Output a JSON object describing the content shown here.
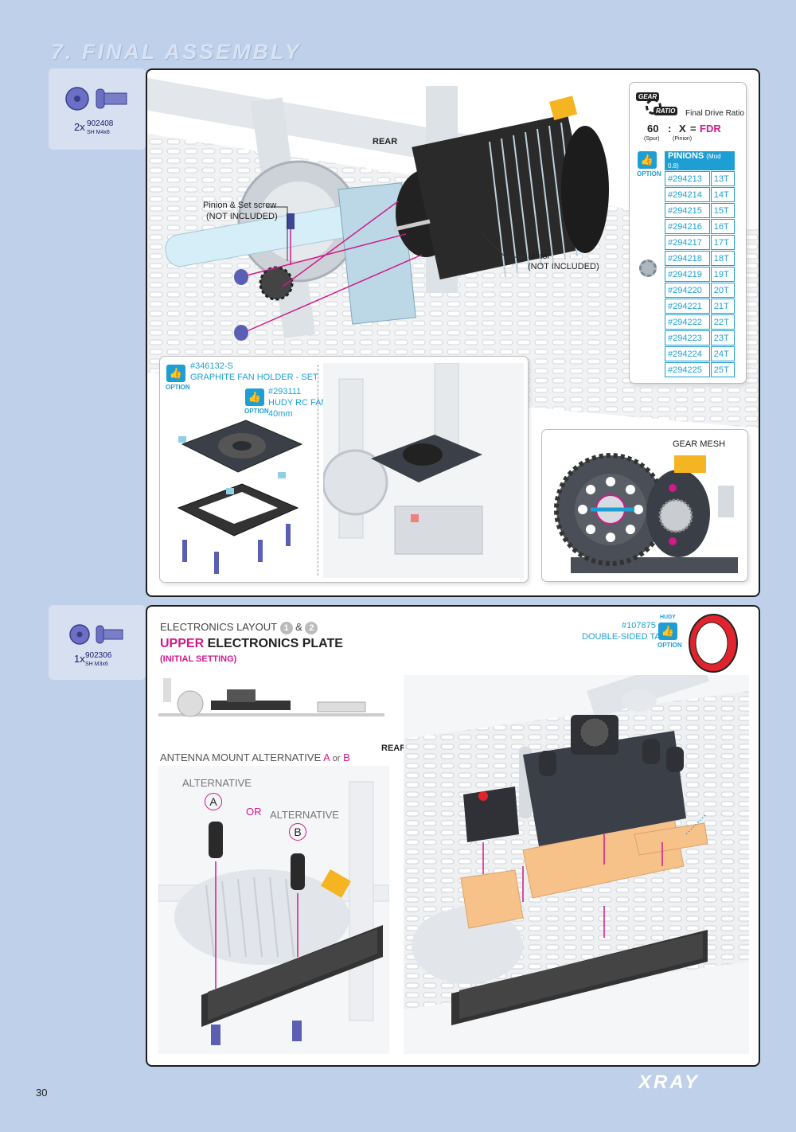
{
  "section_title": "7. FINAL ASSEMBLY",
  "page_number": "30",
  "brand": "XRAY",
  "step1": {
    "screw": {
      "qty": "2x",
      "code": "902408",
      "spec": "SH M4x8"
    },
    "rear_label": "REAR",
    "pinion_label_1": "Pinion & Set screw",
    "pinion_label_2": "(NOT INCLUDED)",
    "motor_label_1": "Motor",
    "motor_label_2": "(NOT INCLUDED)",
    "gear_ratio": {
      "badge_1": "GEAR",
      "badge_2": "RATIO",
      "title": "Final Drive Ratio",
      "spur": "60",
      "colon": ":",
      "x": "X",
      "eq": "=",
      "fdr": "FDR",
      "spur_sub": "(Spur)",
      "pinion_sub": "(Pinion)"
    },
    "option_text": "OPTION",
    "pinions_header": "PINIONS",
    "pinions_mod": "(Mod 0.8)",
    "pinions": [
      {
        "code": "#294213",
        "teeth": "13T"
      },
      {
        "code": "#294214",
        "teeth": "14T"
      },
      {
        "code": "#294215",
        "teeth": "15T"
      },
      {
        "code": "#294216",
        "teeth": "16T"
      },
      {
        "code": "#294217",
        "teeth": "17T"
      },
      {
        "code": "#294218",
        "teeth": "18T"
      },
      {
        "code": "#294219",
        "teeth": "19T"
      },
      {
        "code": "#294220",
        "teeth": "20T"
      },
      {
        "code": "#294221",
        "teeth": "21T"
      },
      {
        "code": "#294222",
        "teeth": "22T"
      },
      {
        "code": "#294223",
        "teeth": "23T"
      },
      {
        "code": "#294224",
        "teeth": "24T"
      },
      {
        "code": "#294225",
        "teeth": "25T"
      }
    ],
    "fan_holder": {
      "code": "#346132-S",
      "name": "GRAPHITE FAN HOLDER - SET"
    },
    "fan": {
      "code": "#293111",
      "name": "HUDY RC FAN",
      "size": "40mm"
    },
    "gear_mesh": "GEAR MESH"
  },
  "step2": {
    "screw": {
      "qty": "1x",
      "code": "902306",
      "spec": "SH M3x6"
    },
    "layout_title": "ELECTRONICS LAYOUT",
    "layout_n1": "1",
    "layout_amp": "&",
    "layout_n2": "2",
    "upper_word": "UPPER",
    "plate_word": "ELECTRONICS PLATE",
    "initial": "(INITIAL SETTING)",
    "tape_code": "#107875",
    "tape_name": "DOUBLE-SIDED TAPE",
    "hudy": "HUDY",
    "option_text": "OPTION",
    "antenna_title": "ANTENNA MOUNT ALTERNATIVE",
    "alt_a": "A",
    "alt_or_small": "or",
    "alt_b": "B",
    "alternative": "ALTERNATIVE",
    "or_text": "OR",
    "rear_label": "REAR"
  },
  "colors": {
    "accent_cyan": "#1e9fd3",
    "accent_magenta": "#d01a8a",
    "page_bg": "#bed0ea"
  }
}
